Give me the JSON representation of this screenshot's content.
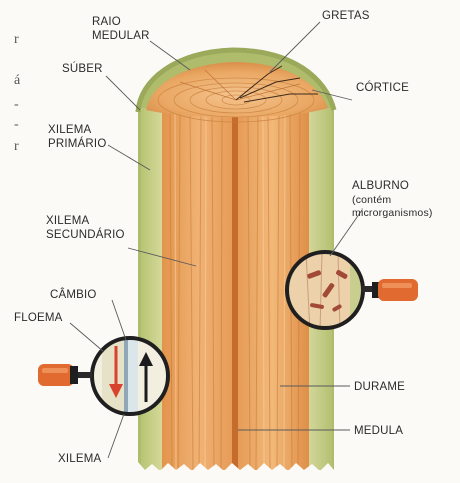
{
  "diagram": {
    "labels": {
      "raio_medular": [
        "RAIO",
        "MEDULAR"
      ],
      "gretas": "GRETAS",
      "suber": "SÚBER",
      "cortice": "CÓRTICE",
      "xilema_primario": [
        "XILEMA",
        "PRIMÁRIO"
      ],
      "alburno": [
        "ALBURNO",
        "(contém",
        "microrganismos)"
      ],
      "xilema_secundario": [
        "XILEMA",
        "SECUNDÁRIO"
      ],
      "cambio": "CÂMBIO",
      "floema": "FLOEMA",
      "cerne": "DURAME",
      "medula": "MEDULA",
      "xilema": "XILEMA"
    },
    "margin_glyphs": [
      "r",
      "á",
      "-",
      "-",
      "r"
    ],
    "colors": {
      "wood_core": "#e9a15b",
      "wood_light": "#f3c08a",
      "wood_dark": "#c9762f",
      "sapwood": "#c6cf7f",
      "bark": "#b9c27a",
      "medulla_stripe": "#c56b2c",
      "phloem_red": "#d8432d",
      "xylem_black": "#1c1c1c",
      "tool_orange": "#e06a30"
    }
  }
}
